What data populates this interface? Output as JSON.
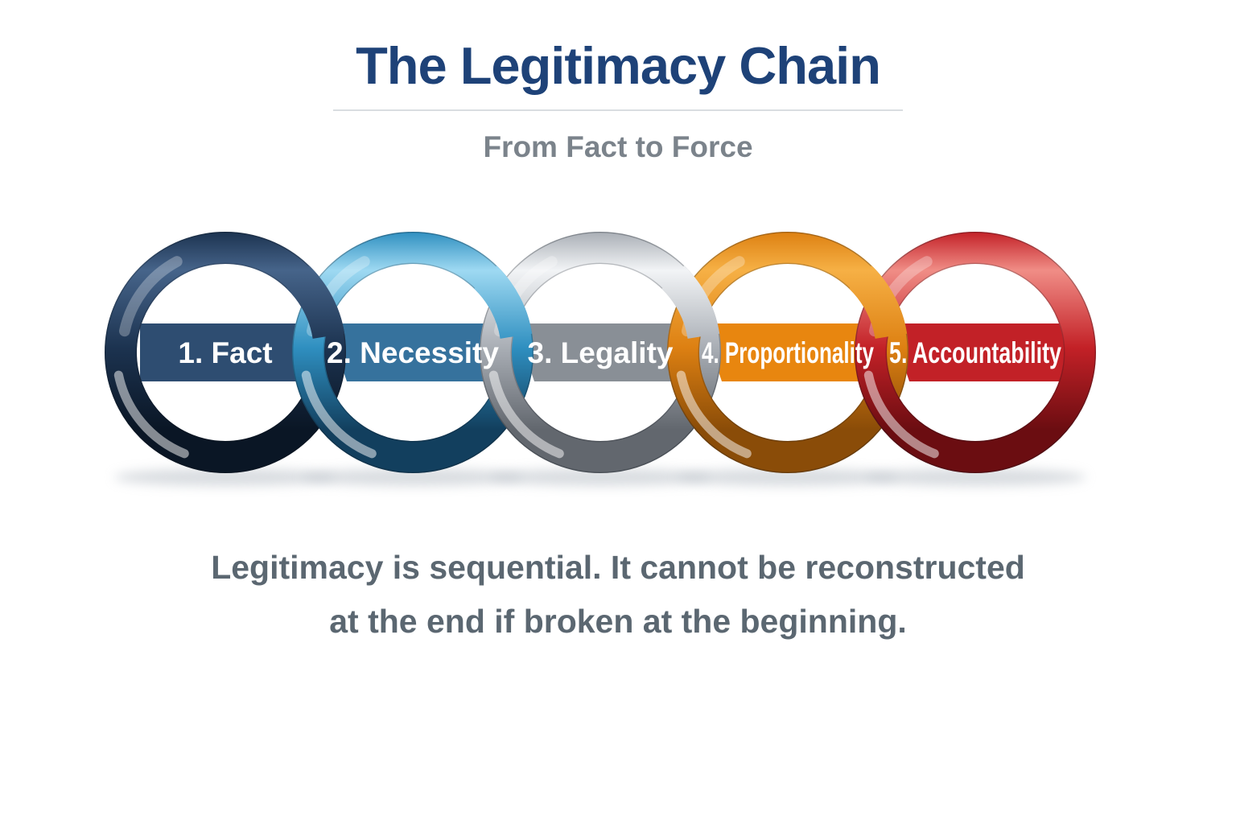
{
  "header": {
    "title": "The Legitimacy Chain",
    "subtitle": "From Fact to Force",
    "title_color": "#1e4278",
    "subtitle_color": "#7b838b",
    "divider_color": "#d9dde1"
  },
  "chain": {
    "label_color": "#ffffff",
    "links": [
      {
        "label": "1. Fact",
        "ring_light": "#46648a",
        "ring_base": "#1c3350",
        "ring_dark": "#0a1625",
        "banner": "#2e4d71"
      },
      {
        "label": "2. Necessity",
        "ring_light": "#9ed9f2",
        "ring_base": "#2f8fc0",
        "ring_dark": "#123f5e",
        "banner": "#36729d"
      },
      {
        "label": "3. Legality",
        "ring_light": "#f2f4f6",
        "ring_base": "#a9aeb5",
        "ring_dark": "#62676e",
        "banner": "#898f96"
      },
      {
        "label": "4. Proportionality",
        "ring_light": "#f6b045",
        "ring_base": "#dd8012",
        "ring_dark": "#8a4c08",
        "banner": "#e8860f"
      },
      {
        "label": "5. Accountability",
        "ring_light": "#f08d86",
        "ring_base": "#c32127",
        "ring_dark": "#6b0d11",
        "banner": "#c22127"
      }
    ]
  },
  "caption": {
    "line1": "Legitimacy is sequential. It cannot be reconstructed",
    "line2": "at the end if broken at the beginning.",
    "color": "#5b6771"
  }
}
